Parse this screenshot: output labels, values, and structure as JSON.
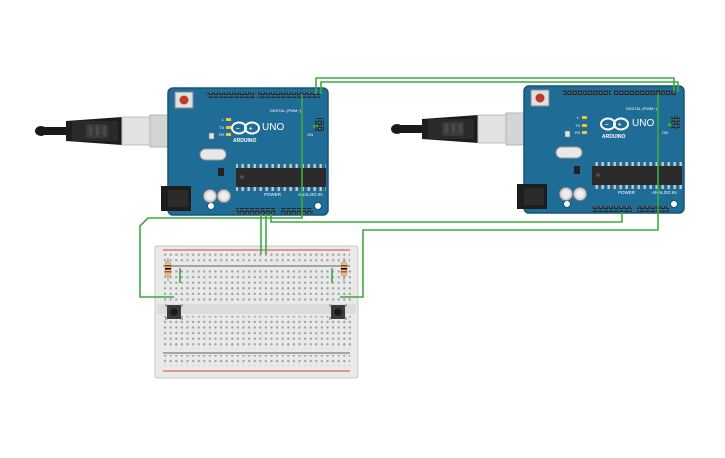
{
  "boards": [
    {
      "id": "left",
      "logo": "ARDUINO",
      "model": "UNO",
      "digital_header": "DIGITAL (PWM~)",
      "power_header": "POWER",
      "analog_header": "ANALOG IN",
      "tx": "TX",
      "rx": "RX",
      "led_l": "L",
      "on": "ON"
    },
    {
      "id": "right",
      "logo": "ARDUINO",
      "model": "UNO",
      "digital_header": "DIGITAL (PWM~)",
      "power_header": "POWER",
      "analog_header": "ANALOG IN",
      "tx": "TX",
      "rx": "RX",
      "led_l": "L",
      "on": "ON"
    }
  ],
  "colors": {
    "board": "#1f6c97",
    "board_edge": "#155677",
    "wire": "#3cab3a",
    "breadboard": "#e9e9e9",
    "rail_red": "#d8433c",
    "rail_black": "#333333",
    "usb_cable": "#1a1a1a",
    "usb_plug": "#d9d9d9"
  },
  "icons": [
    "usb-cable-icon",
    "arduino-logo-icon",
    "resistor-icon",
    "pushbutton-icon"
  ]
}
